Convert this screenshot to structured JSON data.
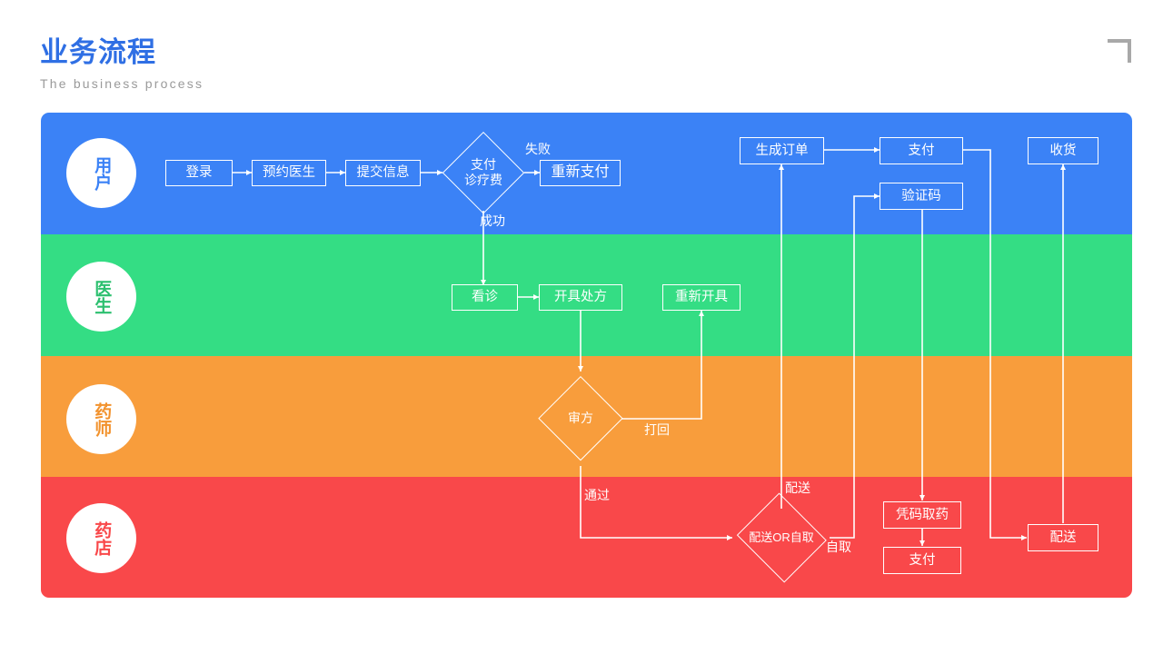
{
  "header": {
    "title": "业务流程",
    "subtitle": "The business process",
    "title_color": "#2f6fe4",
    "subtitle_color": "#9a9a9a",
    "corner_icon": "corner-bracket-icon"
  },
  "lanes": [
    {
      "id": "user",
      "label": "用户",
      "color": "#3b82f6",
      "text_color": "#3b82f6"
    },
    {
      "id": "doctor",
      "label": "医生",
      "color": "#34dd84",
      "text_color": "#2cc06f"
    },
    {
      "id": "pharmacist",
      "label": "药师",
      "color": "#f89d3c",
      "text_color": "#f2922d"
    },
    {
      "id": "pharmacy",
      "label": "药店",
      "color": "#f9484a",
      "text_color": "#f9484a"
    }
  ],
  "nodes": {
    "login": "登录",
    "book_doctor": "预约医生",
    "submit_info": "提交信息",
    "pay_fee": "支付\n诊疗费",
    "pay_fee_line1": "支付",
    "pay_fee_line2": "诊疗费",
    "repay": "重新支付",
    "create_order": "生成订单",
    "pay_user": "支付",
    "verify_code": "验证码",
    "receive_goods": "收货",
    "consult": "看诊",
    "prescribe": "开具处方",
    "re_prescribe": "重新开具",
    "review_rx": "审方",
    "delivery_or_pick": "配送OR自取",
    "code_pickup": "凭码取药",
    "pay_store": "支付",
    "delivery": "配送"
  },
  "edge_labels": {
    "fail": "失败",
    "success": "成功",
    "reject": "打回",
    "pass": "通过",
    "ship": "配送",
    "self_pick": "自取"
  },
  "chart_data": {
    "type": "diagram",
    "title": "业务流程",
    "subtitle": "The business process",
    "lanes": [
      "用户",
      "医生",
      "药师",
      "药店"
    ],
    "nodes": [
      {
        "id": "login",
        "label": "登录",
        "lane": "用户",
        "shape": "box"
      },
      {
        "id": "book_doctor",
        "label": "预约医生",
        "lane": "用户",
        "shape": "box"
      },
      {
        "id": "submit_info",
        "label": "提交信息",
        "lane": "用户",
        "shape": "box"
      },
      {
        "id": "pay_fee",
        "label": "支付诊疗费",
        "lane": "用户",
        "shape": "diamond"
      },
      {
        "id": "repay",
        "label": "重新支付",
        "lane": "用户",
        "shape": "box"
      },
      {
        "id": "create_order",
        "label": "生成订单",
        "lane": "用户",
        "shape": "box"
      },
      {
        "id": "pay_user",
        "label": "支付",
        "lane": "用户",
        "shape": "box"
      },
      {
        "id": "verify_code",
        "label": "验证码",
        "lane": "用户",
        "shape": "box"
      },
      {
        "id": "receive_goods",
        "label": "收货",
        "lane": "用户",
        "shape": "box"
      },
      {
        "id": "consult",
        "label": "看诊",
        "lane": "医生",
        "shape": "box"
      },
      {
        "id": "prescribe",
        "label": "开具处方",
        "lane": "医生",
        "shape": "box"
      },
      {
        "id": "re_prescribe",
        "label": "重新开具",
        "lane": "医生",
        "shape": "box"
      },
      {
        "id": "review_rx",
        "label": "审方",
        "lane": "药师",
        "shape": "diamond"
      },
      {
        "id": "delivery_or_pick",
        "label": "配送OR自取",
        "lane": "药店",
        "shape": "diamond"
      },
      {
        "id": "code_pickup",
        "label": "凭码取药",
        "lane": "药店",
        "shape": "box"
      },
      {
        "id": "pay_store",
        "label": "支付",
        "lane": "药店",
        "shape": "box"
      },
      {
        "id": "delivery",
        "label": "配送",
        "lane": "药店",
        "shape": "box"
      }
    ],
    "edges": [
      {
        "from": "login",
        "to": "book_doctor",
        "label": ""
      },
      {
        "from": "book_doctor",
        "to": "submit_info",
        "label": ""
      },
      {
        "from": "submit_info",
        "to": "pay_fee",
        "label": ""
      },
      {
        "from": "pay_fee",
        "to": "repay",
        "label": "失败"
      },
      {
        "from": "pay_fee",
        "to": "consult",
        "label": "成功"
      },
      {
        "from": "consult",
        "to": "prescribe",
        "label": ""
      },
      {
        "from": "prescribe",
        "to": "review_rx",
        "label": ""
      },
      {
        "from": "review_rx",
        "to": "re_prescribe",
        "label": "打回"
      },
      {
        "from": "review_rx",
        "to": "delivery_or_pick",
        "label": "通过"
      },
      {
        "from": "delivery_or_pick",
        "to": "create_order",
        "label": "配送"
      },
      {
        "from": "delivery_or_pick",
        "to": "verify_code",
        "label": "自取"
      },
      {
        "from": "create_order",
        "to": "pay_user",
        "label": ""
      },
      {
        "from": "pay_user",
        "to": "delivery",
        "label": ""
      },
      {
        "from": "verify_code",
        "to": "code_pickup",
        "label": ""
      },
      {
        "from": "code_pickup",
        "to": "pay_store",
        "label": ""
      },
      {
        "from": "delivery",
        "to": "receive_goods",
        "label": ""
      }
    ]
  }
}
